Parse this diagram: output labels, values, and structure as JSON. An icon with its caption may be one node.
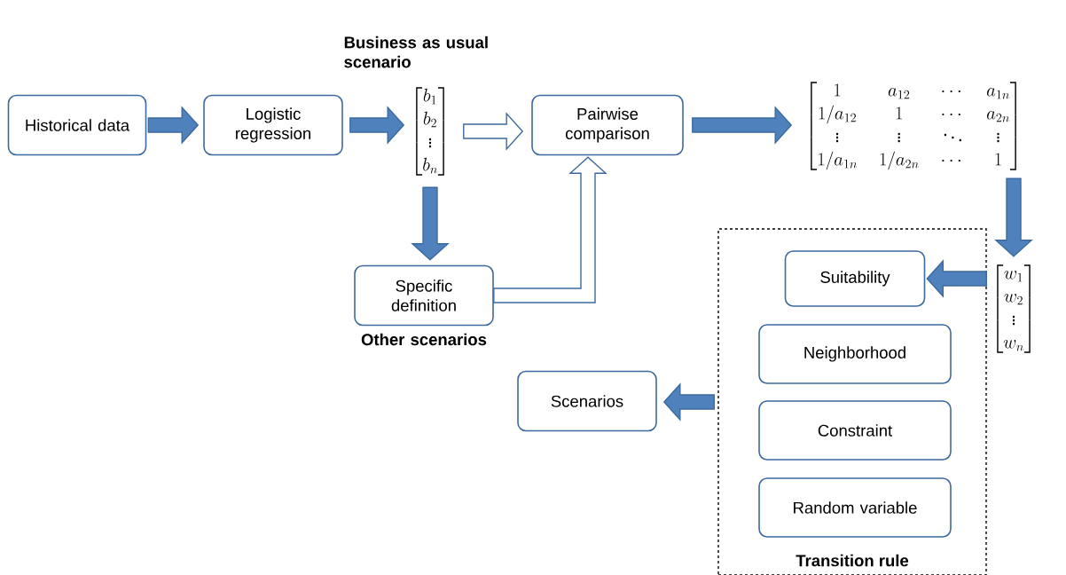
{
  "diagram": {
    "nodes": [
      {
        "text": [
          "Historical data"
        ]
      },
      {
        "text": [
          "Logistic regression"
        ]
      },
      {
        "text": [
          "\\begin{bmatrix} b_1 \\\\ b_2 \\\\ \\vdots \\\\ b_n \\end{bmatrix}"
        ],
        "beside": [
          "Business as usual scenario"
        ]
      },
      {
        "text": [
          "Pairwise comparison"
        ]
      },
      {
        "text": [
          "\\begin{bmatrix} 1 & a_{12} & \\cdots & a_{1n} \\\\ 1/a_{12} & 1 & \\cdots & a_{2n} \\\\ \\vdots & \\vdots & \\ddots & \\vdots \\\\ 1/a_{1n} & 1/a_{2n} & \\cdots & 1 \\end{bmatrix}"
        ]
      },
      {
        "text": [
          "Specific definition"
        ],
        "beside": [
          "Other scenarios"
        ]
      },
      {
        "text": [
          "Transition rule"
        ]
      },
      {
        "text": [
          "Suitability"
        ],
        "in": 6
      },
      {
        "text": [
          "Neighborhood"
        ],
        "in": 6
      },
      {
        "text": [
          "Constraint"
        ],
        "in": 6
      },
      {
        "text": [
          "Random variable"
        ],
        "in": 6
      },
      {
        "text": [
          "\\begin{bmatrix} w_1 \\\\ w_2 \\\\ \\vdots \\\\ w_n \\end{bmatrix}"
        ]
      },
      {
        "text": [
          "Scenarios"
        ]
      }
    ],
    "edges": [
      {
        "from": 0,
        "to": 1,
        "arrow": "to"
      },
      {
        "from": 1,
        "to": 2,
        "arrow": "to"
      },
      {
        "from": 2,
        "to": 3,
        "arrow": "to",
        "color": "#ffffff"
      },
      {
        "from": 2,
        "to": 5,
        "arrow": "to"
      },
      {
        "from": 5,
        "to": 3,
        "arrow": "to",
        "color": "#ffffff"
      },
      {
        "from": 3,
        "to": 4,
        "arrow": "to"
      },
      {
        "from": 4,
        "to": 11,
        "arrow": "to"
      },
      {
        "from": 11,
        "to": 7,
        "arrow": "to"
      },
      {
        "from": 6,
        "to": 12,
        "arrow": "to"
      }
    ]
  }
}
